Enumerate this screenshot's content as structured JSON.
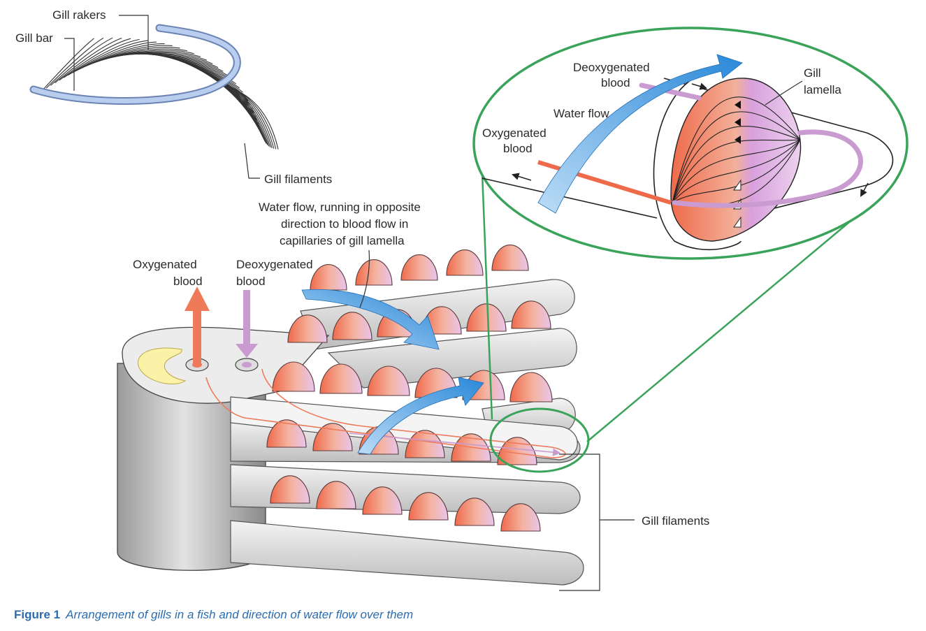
{
  "labels": {
    "gill_rakers": "Gill rakers",
    "gill_bar": "Gill bar",
    "gill_filaments_top": "Gill filaments",
    "water_flow_note": [
      "Water flow, running in opposite",
      "direction to blood flow in",
      "capillaries of gill lamella"
    ],
    "oxygenated_blood": [
      "Oxygenated",
      "blood"
    ],
    "deoxygenated_blood": [
      "Deoxygenated",
      "blood"
    ],
    "gill_filaments_side": "Gill filaments",
    "inset": {
      "deoxygenated_blood": [
        "Deoxygenated",
        "blood"
      ],
      "gill_lamella": [
        "Gill",
        "lamella"
      ],
      "water_flow": "Water flow",
      "oxygenated_blood": [
        "Oxygenated",
        "blood"
      ]
    }
  },
  "caption": {
    "number": "Figure 1",
    "text": "Arrangement of gills in a fish and direction of water flow over them"
  },
  "colors": {
    "oxygenated": "#ee7a5a",
    "deoxygenated": "#c99bd0",
    "water": "#4a9fe0",
    "inset_ring": "#3aa35a",
    "gill_bar": "#9fb8e0",
    "caption": "#2b6cb0"
  }
}
